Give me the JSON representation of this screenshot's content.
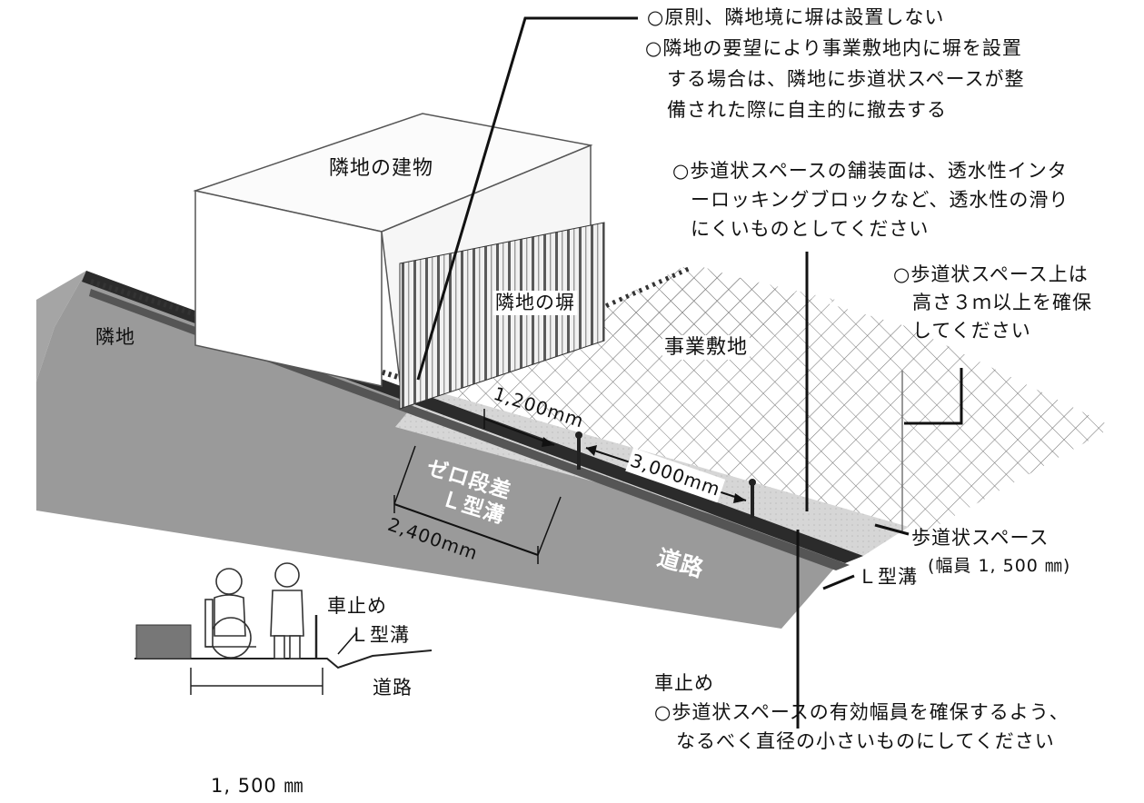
{
  "notes": {
    "wall_1": "○原則、隣地境に塀は設置しない",
    "wall_2a": "○隣地の要望により事業敷地内に塀を設置",
    "wall_2b": "する場合は、隣地に歩道状スペースが整",
    "wall_2c": "備された際に自主的に撤去する",
    "paving_1": "○歩道状スペースの舗装面は、透水性インタ",
    "paving_2": "ーロッキングブロックなど、透水性の滑り",
    "paving_3": "にくいものとしてください",
    "height_1": "○歩道状スペース上は",
    "height_2": "高さ３ｍ以上を確保",
    "height_3": "してください",
    "bollard_title": "車止め",
    "bollard_1": "○歩道状スペースの有効幅員を確保するよう、",
    "bollard_2": "なるべく直径の小さいものにしてください"
  },
  "labels": {
    "neighbor_building": "隣地の建物",
    "neighbor": "隣地",
    "neighbor_wall": "隣地の塀",
    "site": "事業敷地",
    "road": "道路",
    "zero_step_1": "ゼロ段差",
    "zero_step_2": "Ｌ型溝",
    "sidewalk_space": "歩道状スペース",
    "sidewalk_width": "(幅員 1, 500 ㎜)",
    "l_gutter": "Ｌ型溝"
  },
  "dimensions": {
    "d1200": "1,200mm",
    "d3000": "3,000mm",
    "d2400": "2,400mm"
  },
  "section": {
    "bollard": "車止め",
    "l_gutter": "Ｌ型溝",
    "road": "道路",
    "width": "1, 500 ㎜"
  }
}
